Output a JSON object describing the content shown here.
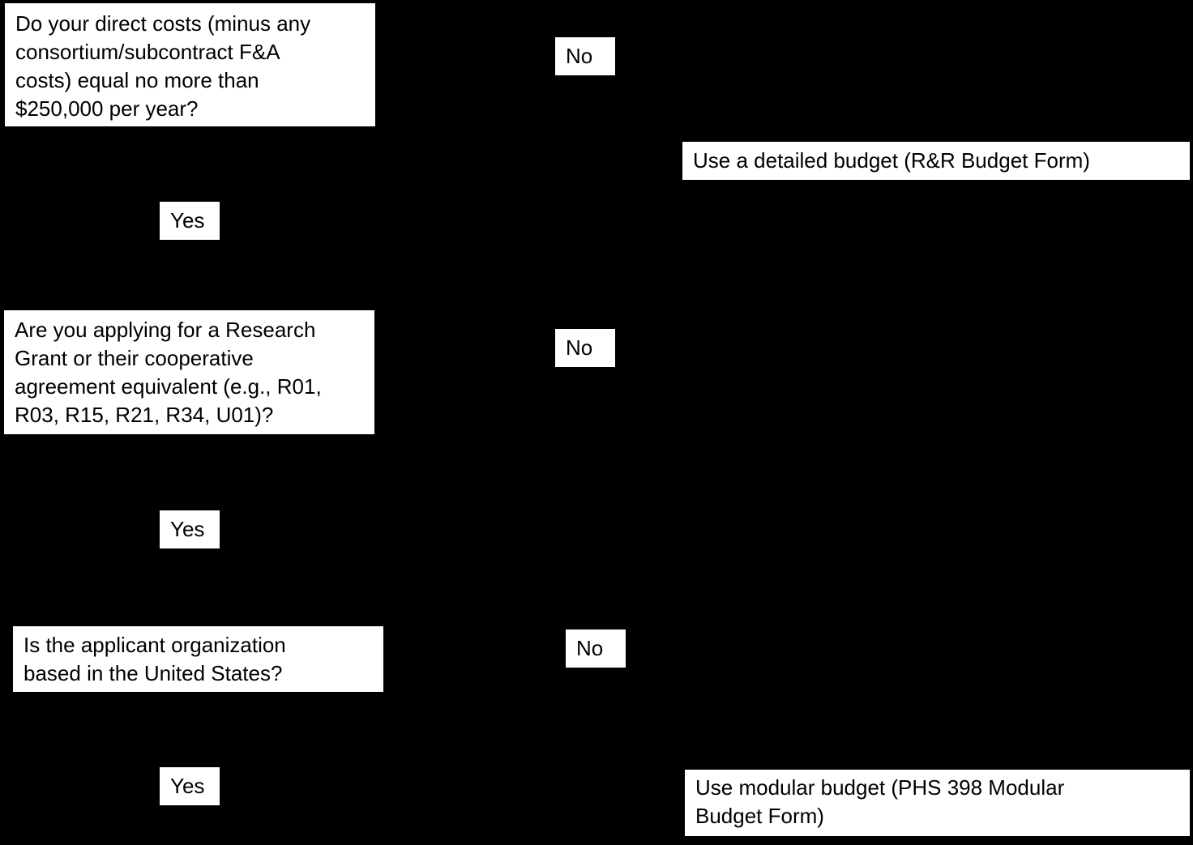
{
  "questions": {
    "q1": "Do your direct costs (minus any\nconsortium/subcontract F&A\ncosts) equal no more than\n$250,000 per year?",
    "q2": "Are you applying for a Research\nGrant or their cooperative\nagreement equivalent (e.g., R01,\nR03, R15, R21, R34, U01)?",
    "q3": "Is the applicant organization\nbased in the United States?"
  },
  "results": {
    "detailed": "Use a detailed budget (R&R Budget Form)",
    "modular": "Use modular budget (PHS 398 Modular\nBudget Form)"
  },
  "labels": {
    "no1": "No",
    "no2": "No",
    "no3": "No",
    "yes1": "Yes",
    "yes2": "Yes",
    "yes3": "Yes"
  }
}
